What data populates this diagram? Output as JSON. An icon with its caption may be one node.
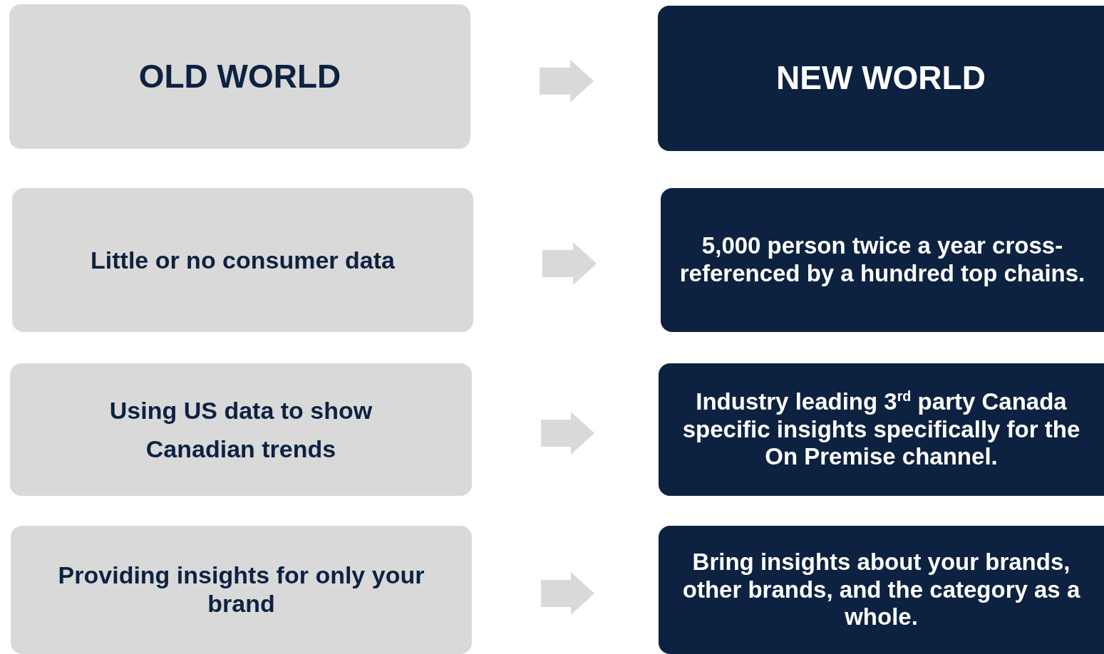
{
  "diagram": {
    "nodes": [
      {
        "text": [
          "OLD WORLD"
        ]
      },
      {
        "text": [
          "NEW WORLD"
        ]
      },
      {
        "text": [
          "Little or no consumer data"
        ]
      },
      {
        "text": [
          "5,000 person twice a year cross-referenced by a hundred top chains."
        ]
      },
      {
        "text": [
          "Using US data to show Canadian trends"
        ]
      },
      {
        "text": [
          "Industry leading 3$^{rd}$ party Canada specific insights specifically for the On Premise channel."
        ]
      },
      {
        "text": [
          "Providing insights for only your brand"
        ]
      },
      {
        "text": [
          "Bring insights about your brands, other brands, and the category as a whole."
        ]
      }
    ],
    "edges": [
      {
        "from": 0,
        "to": 1,
        "arrow": "to"
      },
      {
        "from": 2,
        "to": 3,
        "arrow": "to"
      },
      {
        "from": 4,
        "to": 5,
        "arrow": "to"
      },
      {
        "from": 6,
        "to": 7,
        "arrow": "to"
      }
    ]
  }
}
